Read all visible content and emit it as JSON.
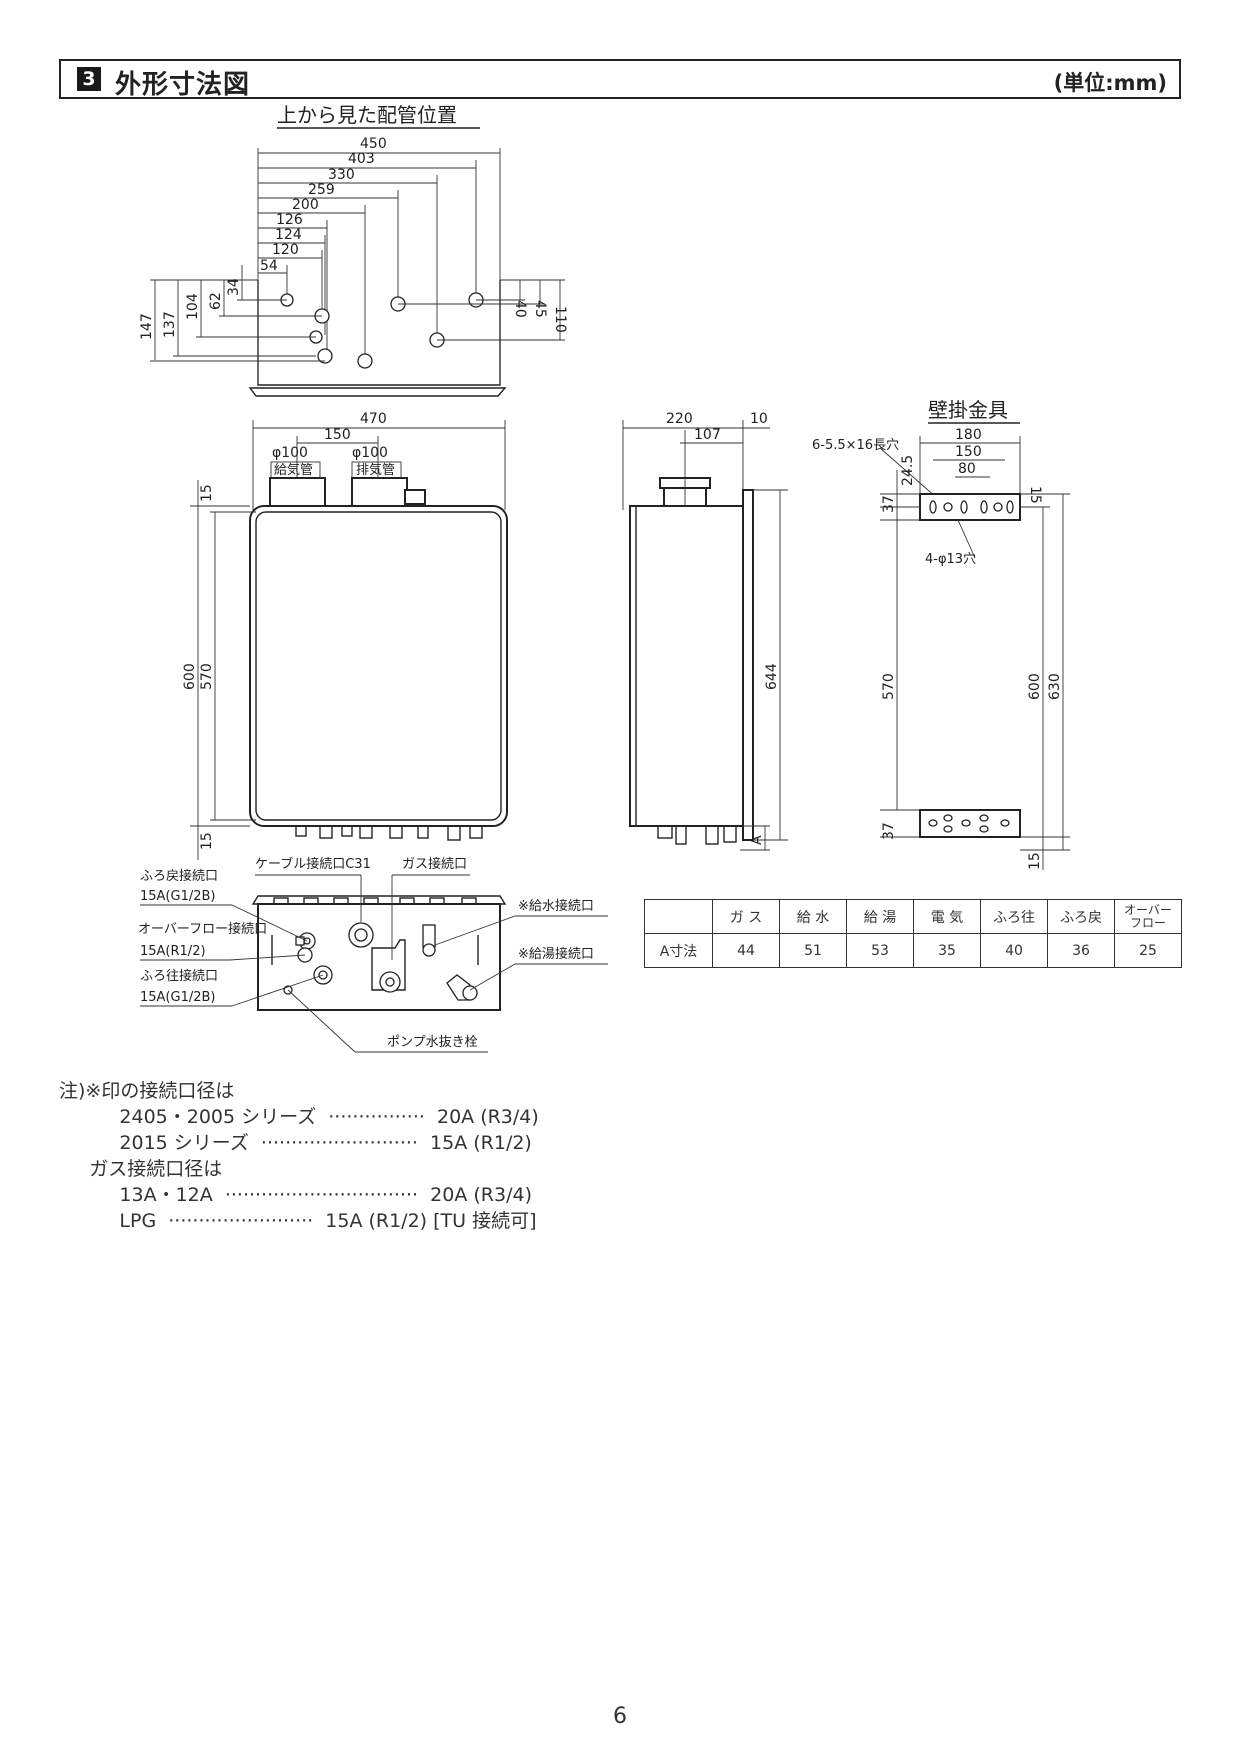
{
  "header": {
    "number": "3",
    "title": "外形寸法図",
    "unit": "(単位:mm)"
  },
  "top_view": {
    "title": "上から見た配管位置",
    "widths": [
      "450",
      "403",
      "330",
      "259",
      "200",
      "126",
      "124",
      "120",
      "54"
    ],
    "left_heights": [
      "147",
      "137",
      "104",
      "62",
      "34"
    ],
    "right_heights": [
      "40",
      "45",
      "110"
    ]
  },
  "front_view": {
    "width": "470",
    "pipe_spacing": "150",
    "intake_dia": "φ100",
    "intake_label": "給気管",
    "exhaust_dia": "φ100",
    "exhaust_label": "排気管",
    "height_outer": "600",
    "height_inner": "570",
    "top_margin": "15",
    "bottom_margin": "15"
  },
  "side_view": {
    "depth": "220",
    "back_gap": "10",
    "pipe_offset": "107",
    "height": "644",
    "a_label": "A"
  },
  "bracket": {
    "title": "壁掛金具",
    "slot_label": "6-5.5×16長穴",
    "w1": "180",
    "w2": "150",
    "w3": "80",
    "h1": "24.5",
    "h2": "15",
    "h3": "37",
    "hole_label": "4-φ13穴",
    "mid_height": "570",
    "height_outer": "600",
    "height_total": "630",
    "bottom_h": "37",
    "bottom_gap": "15"
  },
  "bottom_view": {
    "labels": {
      "furo_return": "ふろ戻接続口",
      "furo_return_size": "15A(G1/2B)",
      "cable": "ケーブル接続口C31",
      "gas": "ガス接続口",
      "overflow": "オーバーフロー接続口",
      "overflow_size": "15A(R1/2)",
      "furo_go": "ふろ往接続口",
      "furo_go_size": "15A(G1/2B)",
      "water_in": "※給水接続口",
      "hot_out": "※給湯接続口",
      "pump_drain": "ポンプ水抜き栓"
    }
  },
  "a_table": {
    "headers": [
      "",
      "ガ ス",
      "給 水",
      "給 湯",
      "電 気",
      "ふろ往",
      "ふろ戻",
      "オーバー\nフロー"
    ],
    "row_label": "A寸法",
    "values": [
      "44",
      "51",
      "53",
      "35",
      "40",
      "36",
      "25"
    ]
  },
  "notes": {
    "l1": "注)※印の接続口径は",
    "l2": "          2405・2005 シリーズ  ················  20A (R3/4)",
    "l3": "          2015 シリーズ  ··························  15A (R1/2)",
    "l4": "     ガス接続口径は",
    "l5": "          13A・12A  ································  20A (R3/4)",
    "l6": "          LPG  ························  15A (R1/2) [TU 接続可]"
  },
  "page_number": "6"
}
